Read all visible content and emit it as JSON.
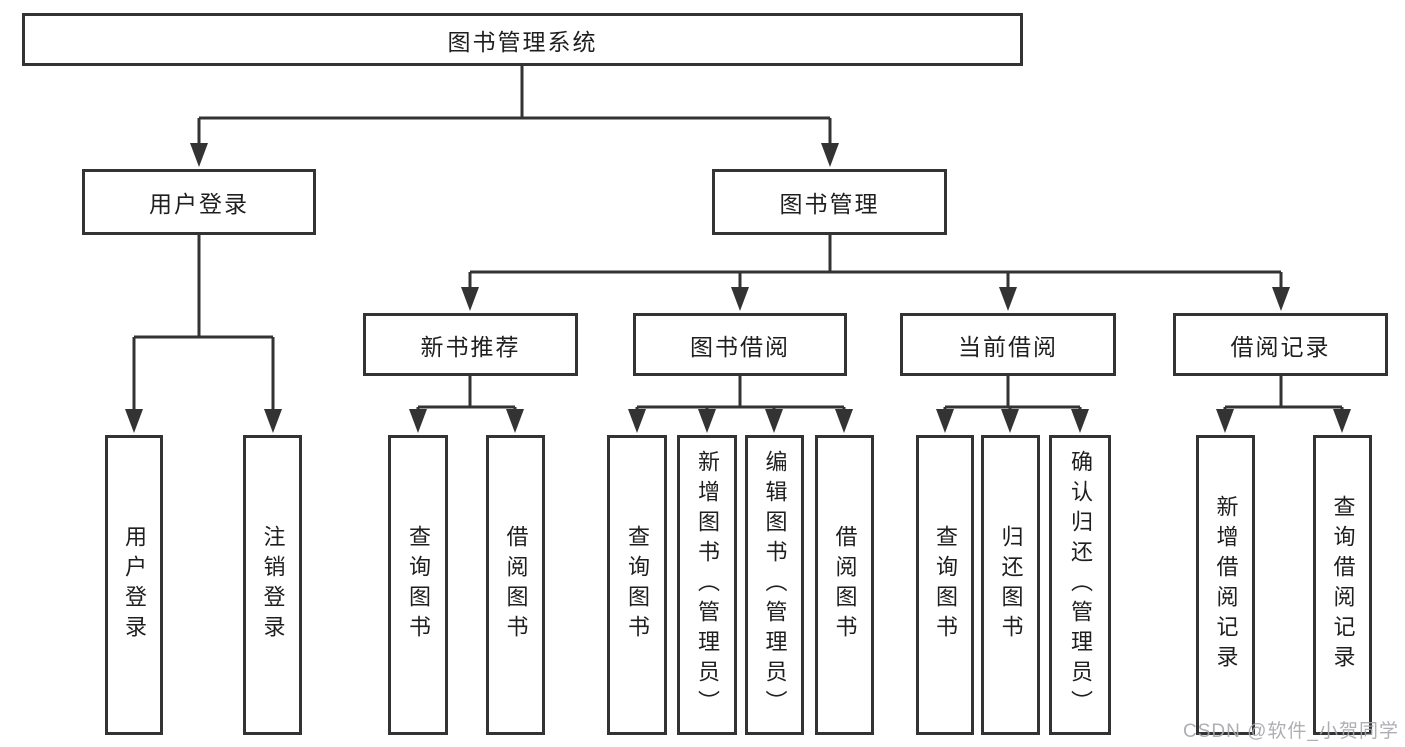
{
  "tree": {
    "root": "图书管理系统",
    "children": [
      {
        "label": "用户登录",
        "children": [
          {
            "label": "用户登录"
          },
          {
            "label": "注销登录"
          }
        ]
      },
      {
        "label": "图书管理",
        "children": [
          {
            "label": "新书推荐",
            "children": [
              {
                "label": "查询图书"
              },
              {
                "label": "借阅图书"
              }
            ]
          },
          {
            "label": "图书借阅",
            "children": [
              {
                "label": "查询图书"
              },
              {
                "label": "新增图书（管理员）"
              },
              {
                "label": "编辑图书（管理员）"
              },
              {
                "label": "借阅图书"
              }
            ]
          },
          {
            "label": "当前借阅",
            "children": [
              {
                "label": "查询图书"
              },
              {
                "label": "归还图书"
              },
              {
                "label": "确认归还（管理员）"
              }
            ]
          },
          {
            "label": "借阅记录",
            "children": [
              {
                "label": "新增借阅记录"
              },
              {
                "label": "查询借阅记录"
              }
            ]
          }
        ]
      }
    ]
  },
  "watermark": {
    "text": "CSDN @软件_小贺同学"
  },
  "colors": {
    "line": "#333333",
    "box_border": "#333333",
    "text": "#1f1f1f",
    "watermark": "#a5a6ac",
    "background": "#ffffff"
  }
}
